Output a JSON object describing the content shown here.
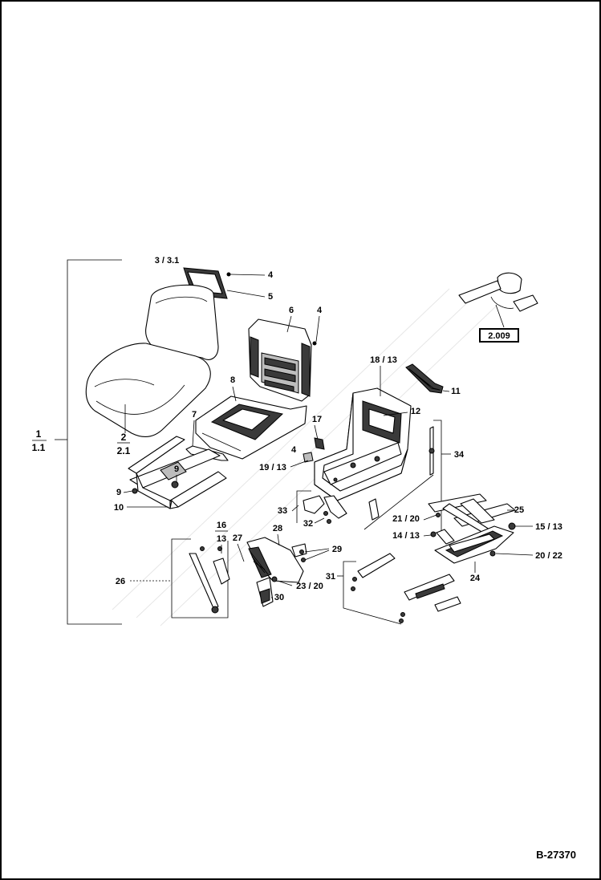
{
  "document_id": "B-27370",
  "reference_box": "2.009",
  "callouts": {
    "c3_31": "3 / 3.1",
    "c4a": "4",
    "c5": "5",
    "c6": "6",
    "c4b": "4",
    "c1": "1",
    "c11": "1.1",
    "c2": "2",
    "c21": "2.1",
    "c7": "7",
    "c8": "8",
    "c9": "9",
    "c9b": "9",
    "c10": "10",
    "c18_13": "18 / 13",
    "c11b": "11",
    "c12": "12",
    "c17": "17",
    "c4c": "4",
    "c19_13": "19 / 13",
    "c34": "34",
    "c33": "33",
    "c32": "32",
    "c21_20": "21 / 20",
    "c25": "25",
    "c14_13": "14 / 13",
    "c15_13": "15 / 13",
    "c28": "28",
    "c29": "29",
    "c26": "26",
    "c16": "16",
    "c13": "13",
    "c27": "27",
    "c23_20": "23 / 20",
    "c30": "30",
    "c31": "31",
    "c20_22": "20 / 22",
    "c24": "24"
  }
}
